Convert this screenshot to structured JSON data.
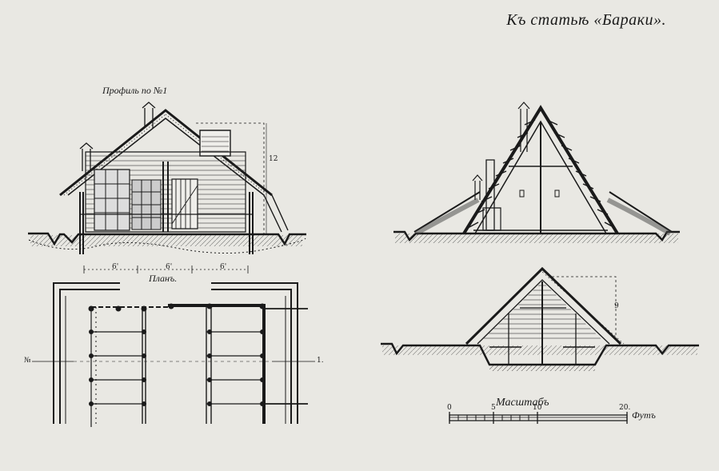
{
  "header": {
    "title": "Къ статьѣ «Бараки»."
  },
  "labels": {
    "profile_title": "Профиль по №1",
    "plan_title": "Планъ.",
    "scale_title": "Масштабъ",
    "scale_unit": "Футъ"
  },
  "dimensions": {
    "span_a": "6'",
    "span_b": "6'",
    "span_c": "6'",
    "height_left": "12",
    "height_right": "9"
  },
  "scale": {
    "ticks": [
      "0",
      "5",
      "10",
      "20."
    ]
  },
  "plan_section_marks": {
    "left": "№",
    "right": "1."
  }
}
